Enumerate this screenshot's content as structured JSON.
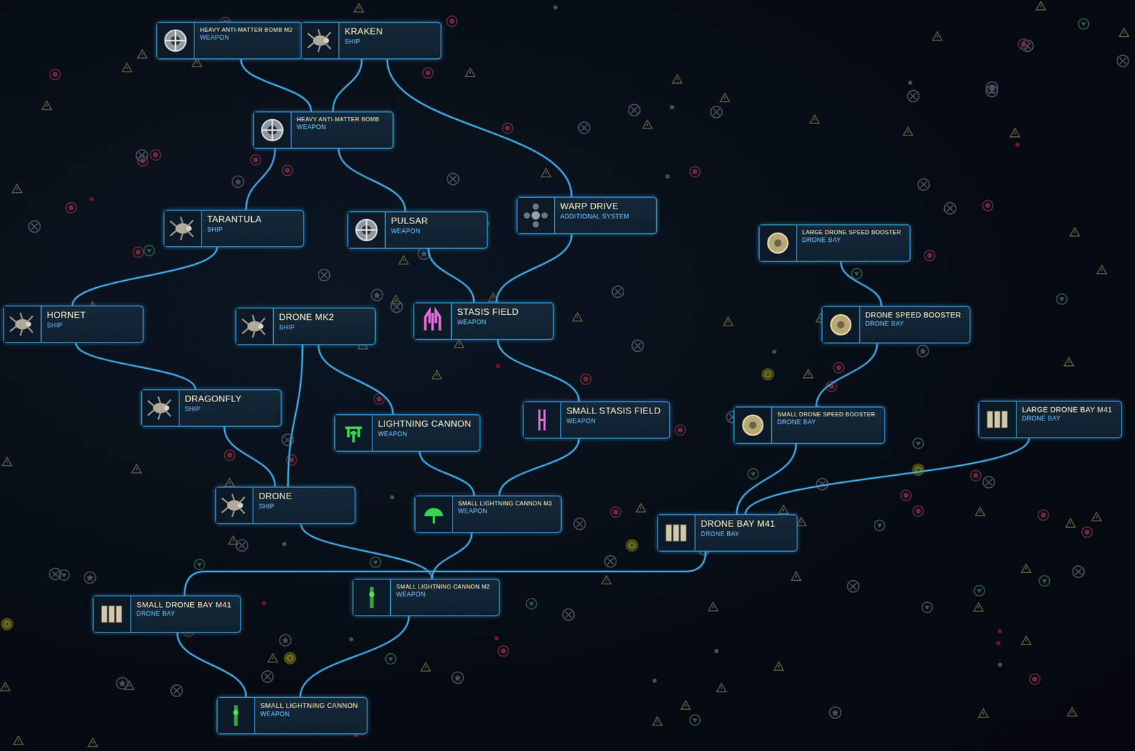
{
  "diagram": {
    "nodes": [
      {
        "text": [
          "HEAVY ANTI-MATTER BOMB M2",
          "WEAPON"
        ]
      },
      {
        "text": [
          "KRAKEN",
          "SHIP"
        ]
      },
      {
        "text": [
          "HEAVY ANTI-MATTER BOMB",
          "WEAPON"
        ]
      },
      {
        "text": [
          "WARP DRIVE",
          "ADDITIONAL SYSTEM"
        ]
      },
      {
        "text": [
          "TARANTULA",
          "SHIP"
        ]
      },
      {
        "text": [
          "PULSAR",
          "WEAPON"
        ]
      },
      {
        "text": [
          "LARGE DRONE SPEED BOOSTER",
          "DRONE BAY"
        ]
      },
      {
        "text": [
          "STASIS FIELD",
          "WEAPON"
        ]
      },
      {
        "text": [
          "HORNET",
          "SHIP"
        ]
      },
      {
        "text": [
          "DRONE SPEED BOOSTER",
          "DRONE BAY"
        ]
      },
      {
        "text": [
          "DRONE MK2",
          "SHIP"
        ]
      },
      {
        "text": [
          "DRAGONFLY",
          "SHIP"
        ]
      },
      {
        "text": [
          "LARGE DRONE BAY M41",
          "DRONE BAY"
        ]
      },
      {
        "text": [
          "SMALL STASIS FIELD",
          "WEAPON"
        ]
      },
      {
        "text": [
          "SMALL DRONE SPEED BOOSTER",
          "DRONE BAY"
        ]
      },
      {
        "text": [
          "LIGHTNING CANNON",
          "WEAPON"
        ]
      },
      {
        "text": [
          "DRONE",
          "SHIP"
        ]
      },
      {
        "text": [
          "SMALL LIGHTNING CANNON M3",
          "WEAPON"
        ]
      },
      {
        "text": [
          "DRONE BAY M41",
          "DRONE BAY"
        ]
      },
      {
        "text": [
          "SMALL LIGHTNING CANNON M2",
          "WEAPON"
        ]
      },
      {
        "text": [
          "SMALL DRONE BAY M41",
          "DRONE BAY"
        ]
      },
      {
        "text": [
          "SMALL LIGHTNING CANNON",
          "WEAPON"
        ]
      }
    ],
    "edges": [
      {
        "from": 0,
        "to": 2,
        "arrow": "none"
      },
      {
        "from": 1,
        "to": 2,
        "arrow": "none"
      },
      {
        "from": 1,
        "to": 3,
        "arrow": "none"
      },
      {
        "from": 2,
        "to": 4,
        "arrow": "none"
      },
      {
        "from": 2,
        "to": 5,
        "arrow": "none"
      },
      {
        "from": 4,
        "to": 8,
        "arrow": "none"
      },
      {
        "from": 5,
        "to": 7,
        "arrow": "none"
      },
      {
        "from": 3,
        "to": 7,
        "arrow": "none"
      },
      {
        "from": 6,
        "to": 9,
        "arrow": "none"
      },
      {
        "from": 8,
        "to": 11,
        "arrow": "none"
      },
      {
        "from": 10,
        "to": 16,
        "arrow": "none"
      },
      {
        "from": 10,
        "to": 15,
        "arrow": "none"
      },
      {
        "from": 11,
        "to": 16,
        "arrow": "none"
      },
      {
        "from": 7,
        "to": 13,
        "arrow": "none"
      },
      {
        "from": 9,
        "to": 14,
        "arrow": "none"
      },
      {
        "from": 14,
        "to": 18,
        "arrow": "none"
      },
      {
        "from": 12,
        "to": 18,
        "arrow": "none"
      },
      {
        "from": 15,
        "to": 17,
        "arrow": "none"
      },
      {
        "from": 13,
        "to": 17,
        "arrow": "none"
      },
      {
        "from": 16,
        "to": 19,
        "arrow": "none"
      },
      {
        "from": 17,
        "to": 19,
        "arrow": "none"
      },
      {
        "from": 18,
        "to": 20,
        "arrow": "none"
      },
      {
        "from": 20,
        "to": 21,
        "arrow": "none"
      },
      {
        "from": 19,
        "to": 21,
        "arrow": "none"
      }
    ]
  }
}
